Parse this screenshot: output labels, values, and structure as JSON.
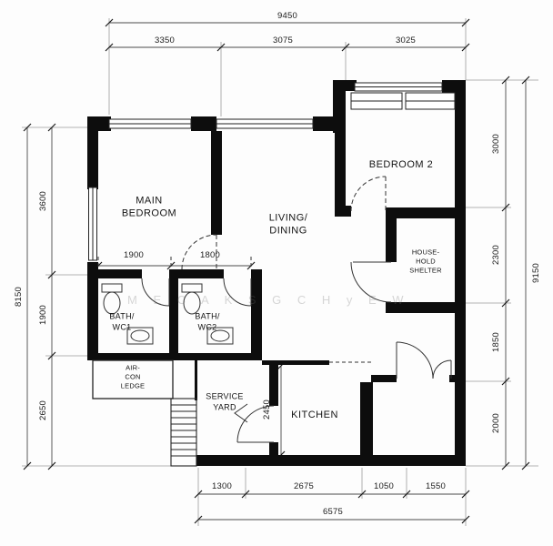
{
  "drawing": {
    "watermark": "M  E  C A K S    G C   H y E  W"
  },
  "rooms": {
    "main_bedroom": "MAIN\nBEDROOM",
    "living_dining": "LIVING/\nDINING",
    "bedroom_2": "BEDROOM 2",
    "household_shelter": "HOUSE-\nHOLD\nSHELTER",
    "bath_wc1": "BATH/\nWC1",
    "bath_wc2": "BATH/\nWC2",
    "aircon_ledge": "AIR-\nCON\nLEDGE",
    "service_yard": "SERVICE\nYARD",
    "kitchen": "KITCHEN"
  },
  "dims": {
    "top_overall": "9450",
    "top_segments": [
      "3350",
      "3075",
      "3025"
    ],
    "left_overall": "8150",
    "left_segments": [
      "3600",
      "1900",
      "2650"
    ],
    "right_overall": "9150",
    "right_segments": [
      "3000",
      "2300",
      "1850",
      "2000"
    ],
    "bottom_overall": "6575",
    "bottom_segments": [
      "1300",
      "2675",
      "1050",
      "1550"
    ],
    "interior": {
      "bath1_width": "1900",
      "bath2_width": "1800",
      "service_yard_depth": "2450"
    }
  }
}
